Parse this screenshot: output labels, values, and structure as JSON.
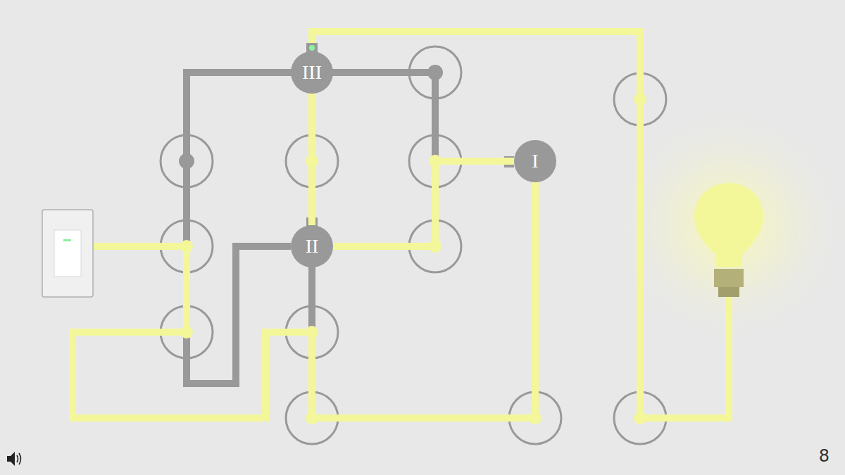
{
  "diagram": {
    "nodes": [
      {
        "text": [
          "III"
        ]
      },
      {
        "text": [
          "I"
        ]
      },
      {
        "text": [
          "II"
        ]
      }
    ],
    "edges": [
      {
        "from": 0,
        "to": 2,
        "arrow": "none"
      },
      {
        "from": 2,
        "to": 1,
        "arrow": "none"
      }
    ],
    "labels": [
      "8"
    ]
  }
}
